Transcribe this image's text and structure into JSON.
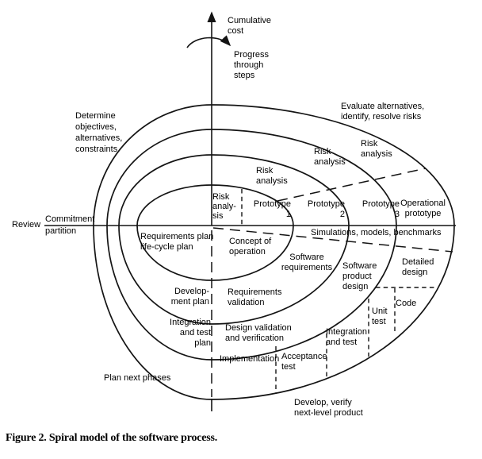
{
  "ink_color": "#141414",
  "background_color": "#ffffff",
  "caption": "Figure 2. Spiral model of the software process.",
  "axis": {
    "cumulative_cost": "Cumulative\ncost",
    "progress_through_steps": "Progress\nthrough\nsteps",
    "review": "Review",
    "commitment_partition": "Commitment\npartition"
  },
  "quadrants": {
    "determine_objectives": "Determine\nobjectives,\nalternatives,\nconstraints",
    "evaluate_alternatives": "Evaluate alternatives,\nidentify, resolve risks",
    "develop_verify": "Develop, verify\nnext-level product",
    "plan_next_phases": "Plan next phases"
  },
  "sectors": {
    "risk_analysis_inner": "Risk\nanaly-\nsis",
    "risk_analysis_2": "Risk\nanalysis",
    "risk_analysis_3": "Risk\nanalysis",
    "risk_analysis_outer": "Risk\nanalysis",
    "prototype_1": "Prototype\n1",
    "prototype_2": "Prototype\n2",
    "prototype_3": "Prototype\n3",
    "operational_prototype": "Operational\nprototype",
    "simulations": "Simulations, models, benchmarks",
    "requirements_plan": "Requirements plan\nlife-cycle plan",
    "concept_of_operation": "Concept of\noperation",
    "software_requirements": "Software\nrequirements",
    "software_product_design": "Software\nproduct\ndesign",
    "detailed_design": "Detailed\ndesign",
    "development_plan": "Develop-\nment plan",
    "requirements_validation": "Requirements\nvalidation",
    "code": "Code",
    "unit_test": "Unit\ntest",
    "integration_test_plan": "Integration\nand test\nplan",
    "design_validation": "Design validation\nand verification",
    "integration_and_test": "Integration\nand test",
    "implementation": "Implementation",
    "acceptance_test": "Acceptance\ntest"
  }
}
